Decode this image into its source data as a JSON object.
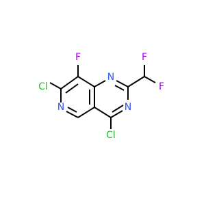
{
  "molecule": {
    "atoms": {
      "cl_c7": {
        "symbol": "Cl",
        "color": "#1fbf1f"
      },
      "f_c8": {
        "symbol": "F",
        "color": "#b000ff"
      },
      "n_6": {
        "symbol": "N",
        "color": "#2f50f8"
      },
      "n_1": {
        "symbol": "N",
        "color": "#2f50f8"
      },
      "n_3": {
        "symbol": "N",
        "color": "#2f50f8"
      },
      "f_chf2_a": {
        "symbol": "F",
        "color": "#b000ff"
      },
      "f_chf2_b": {
        "symbol": "F",
        "color": "#b000ff"
      },
      "cl_c4": {
        "symbol": "Cl",
        "color": "#1fbf1f"
      }
    },
    "colors": {
      "bond": "#000000",
      "background": "#ffffff"
    }
  }
}
